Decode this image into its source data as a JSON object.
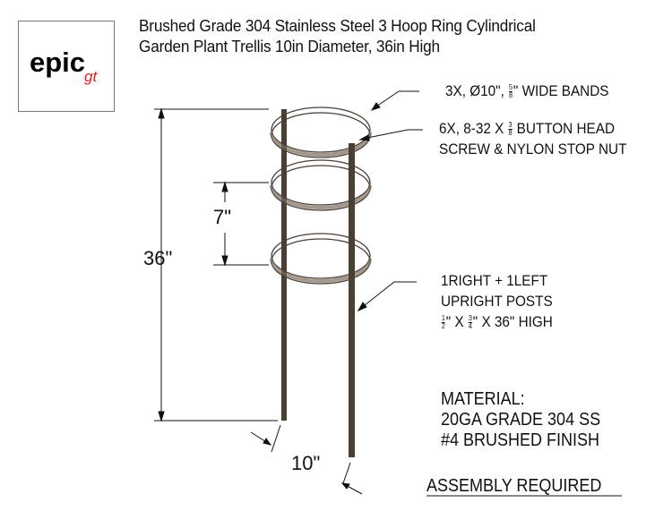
{
  "title": {
    "line1": "Brushed Grade 304 Stainless Steel 3 Hoop Ring Cylindrical",
    "line2": "Garden Plant Trellis 10in Diameter, 36in High"
  },
  "logo": {
    "main": "epic",
    "sub": "gt",
    "accent_color": "#e0201b"
  },
  "callouts": {
    "bands": {
      "prefix": "3X, Ø10\",",
      "frac_num": "5",
      "frac_den": "8",
      "suffix": "\" WIDE BANDS"
    },
    "screws": {
      "prefix": "6X, 8-32 X",
      "frac_num": "3",
      "frac_den": "8",
      "suffix": " BUTTON HEAD",
      "line2": "SCREW & NYLON STOP NUT"
    },
    "posts": {
      "line1": "1RIGHT + 1LEFT",
      "line2": "UPRIGHT POSTS",
      "f1_num": "1",
      "f1_den": "2",
      "mid": "\" X ",
      "f2_num": "3",
      "f2_den": "4",
      "suffix": "\" X 36\" HIGH"
    }
  },
  "dimensions": {
    "height": "36\"",
    "spacing": "7\"",
    "diameter": "10\""
  },
  "material": {
    "line1": "MATERIAL:",
    "line2": "20GA GRADE 304 SS",
    "line3": "#4 BRUSHED FINISH"
  },
  "note": "ASSEMBLY REQUIRED",
  "colors": {
    "metal": "#4a3f35",
    "metal_light": "#b8aea2"
  }
}
